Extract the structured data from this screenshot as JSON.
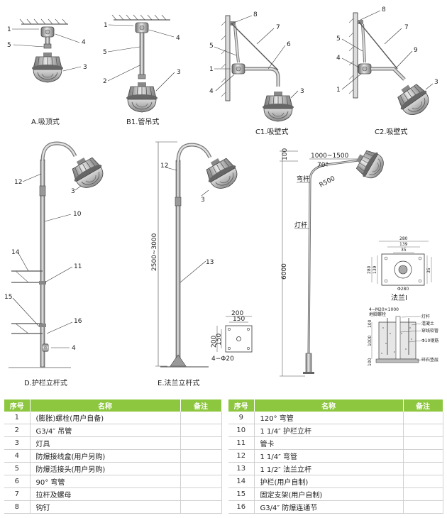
{
  "diagrams": {
    "a": {
      "caption": "A.吸顶式",
      "callouts": [
        "1",
        "5",
        "4",
        "3"
      ]
    },
    "b1": {
      "caption": "B1.管吊式",
      "callouts": [
        "1",
        "4",
        "5",
        "2",
        "3"
      ]
    },
    "c1": {
      "caption": "C1.吸壁式",
      "callouts": [
        "8",
        "7",
        "5",
        "6",
        "1",
        "4",
        "3"
      ]
    },
    "c2": {
      "caption": "C2.吸壁式",
      "callouts": [
        "8",
        "7",
        "5",
        "9",
        "4",
        "3",
        "1"
      ]
    },
    "d": {
      "caption": "D.护栏立杆式",
      "callouts": [
        "12",
        "3",
        "10",
        "14",
        "11",
        "15",
        "16",
        "4"
      ]
    },
    "e": {
      "caption": "E.法兰立杆式",
      "callouts": [
        "12",
        "3",
        "13"
      ],
      "height_dim": "2500~3000",
      "plate_dims": {
        "w_outer": "200",
        "w_inner": "150",
        "h_outer": "200",
        "h_inner": "150",
        "holes": "4−Φ20"
      }
    },
    "street": {
      "dim_top": "100",
      "dim_reach": "1000~1500",
      "angle": "70°",
      "label_bent": "弯杆",
      "radius": "R500",
      "label_pole": "灯杆",
      "dim_height": "6000",
      "flange_dims": [
        "280",
        "139",
        "35",
        "280",
        "139",
        "35",
        "Φ280"
      ],
      "flange_caption": "法兰Ⅰ",
      "foundation_labels": [
        "4−M20×1000",
        "地脚螺栓",
        "灯杆",
        "混凝土",
        "穿线软管",
        "Φ10钢筋",
        "碎石垫层"
      ],
      "foundation_dims": [
        "1000",
        "100",
        "100"
      ]
    }
  },
  "parts_table": {
    "headers": {
      "no": "序号",
      "name": "名称",
      "remark": "备注"
    },
    "left_rows": [
      {
        "no": "1",
        "name": "(膨胀)螺栓(用户自备)",
        "remark": ""
      },
      {
        "no": "2",
        "name": "G3/4″ 吊管",
        "remark": ""
      },
      {
        "no": "3",
        "name": "灯具",
        "remark": ""
      },
      {
        "no": "4",
        "name": "防爆接线盒(用户另购)",
        "remark": ""
      },
      {
        "no": "5",
        "name": "防爆活接头(用户另购)",
        "remark": ""
      },
      {
        "no": "6",
        "name": "90° 弯管",
        "remark": ""
      },
      {
        "no": "7",
        "name": "拉杆及螺母",
        "remark": ""
      },
      {
        "no": "8",
        "name": "钩钉",
        "remark": ""
      }
    ],
    "right_rows": [
      {
        "no": "9",
        "name": "120° 弯管",
        "remark": ""
      },
      {
        "no": "10",
        "name": "1 1/4″ 护栏立杆",
        "remark": ""
      },
      {
        "no": "11",
        "name": "管卡",
        "remark": ""
      },
      {
        "no": "12",
        "name": "1 1/4″ 弯管",
        "remark": ""
      },
      {
        "no": "13",
        "name": "1 1/2″ 法兰立杆",
        "remark": ""
      },
      {
        "no": "14",
        "name": "护栏(用户自制)",
        "remark": ""
      },
      {
        "no": "15",
        "name": "固定支架(用户自制)",
        "remark": ""
      },
      {
        "no": "16",
        "name": "G3/4″ 防爆连通节",
        "remark": ""
      }
    ]
  }
}
